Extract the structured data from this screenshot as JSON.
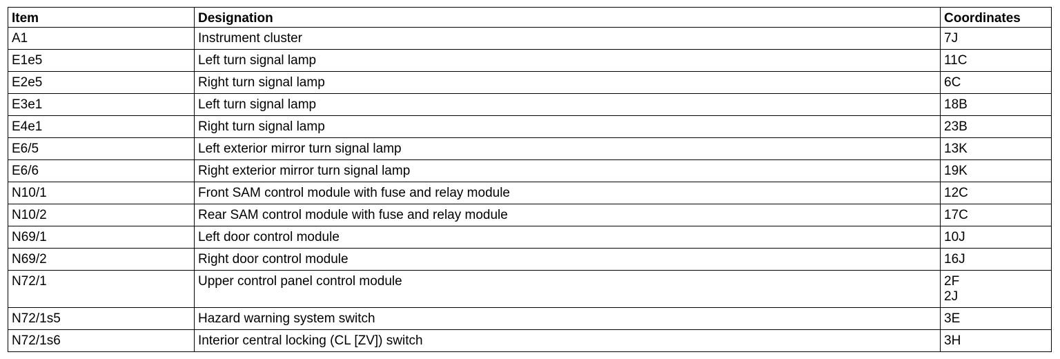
{
  "table": {
    "headers": {
      "item": "Item",
      "designation": "Designation",
      "coordinates": "Coordinates"
    },
    "rows": [
      {
        "item": "A1",
        "designation": "Instrument cluster",
        "coordinates": [
          "7J"
        ]
      },
      {
        "item": "E1e5",
        "designation": "Left turn signal lamp",
        "coordinates": [
          "11C"
        ]
      },
      {
        "item": "E2e5",
        "designation": "Right turn signal lamp",
        "coordinates": [
          "6C"
        ]
      },
      {
        "item": "E3e1",
        "designation": "Left turn signal lamp",
        "coordinates": [
          "18B"
        ]
      },
      {
        "item": "E4e1",
        "designation": "Right turn signal lamp",
        "coordinates": [
          "23B"
        ]
      },
      {
        "item": "E6/5",
        "designation": "Left exterior mirror turn signal lamp",
        "coordinates": [
          "13K"
        ]
      },
      {
        "item": "E6/6",
        "designation": "Right exterior mirror turn signal lamp",
        "coordinates": [
          "19K"
        ]
      },
      {
        "item": "N10/1",
        "designation": "Front SAM control module with fuse and relay module",
        "coordinates": [
          "12C"
        ]
      },
      {
        "item": "N10/2",
        "designation": "Rear SAM control module with fuse and relay module",
        "coordinates": [
          "17C"
        ]
      },
      {
        "item": "N69/1",
        "designation": "Left door control module",
        "coordinates": [
          "10J"
        ]
      },
      {
        "item": "N69/2",
        "designation": "Right door control module",
        "coordinates": [
          "16J"
        ]
      },
      {
        "item": "N72/1",
        "designation": "Upper control panel control module",
        "coordinates": [
          "2F",
          "2J"
        ]
      },
      {
        "item": "N72/1s5",
        "designation": "Hazard warning system switch",
        "coordinates": [
          "3E"
        ]
      },
      {
        "item": "N72/1s6",
        "designation": "Interior central locking (CL [ZV]) switch",
        "coordinates": [
          "3H"
        ]
      }
    ]
  }
}
